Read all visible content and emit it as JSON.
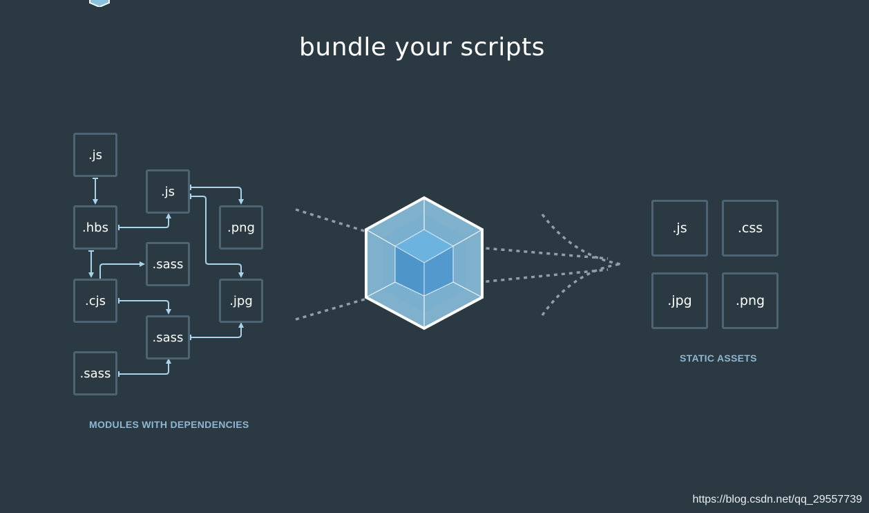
{
  "title": "bundle your scripts",
  "modules": {
    "caption": "MODULES WITH DEPENDENCIES",
    "items": [
      ".js",
      ".js",
      ".hbs",
      ".png",
      ".sass",
      ".cjs",
      ".jpg",
      ".sass",
      ".sass"
    ]
  },
  "assets": {
    "caption": "STATIC ASSETS",
    "items": [
      ".js",
      ".css",
      ".jpg",
      ".png"
    ]
  },
  "watermark": "https://blog.csdn.net/qq_29557739",
  "colors": {
    "background": "#2b3a42",
    "box_border": "#4d6572",
    "arrow": "#a9d4ea",
    "cube_light": "#8ed6fb",
    "cube_dark": "#1c78c0",
    "caption": "#8fb6d2"
  },
  "icons": [
    "webpack-cube-icon"
  ]
}
